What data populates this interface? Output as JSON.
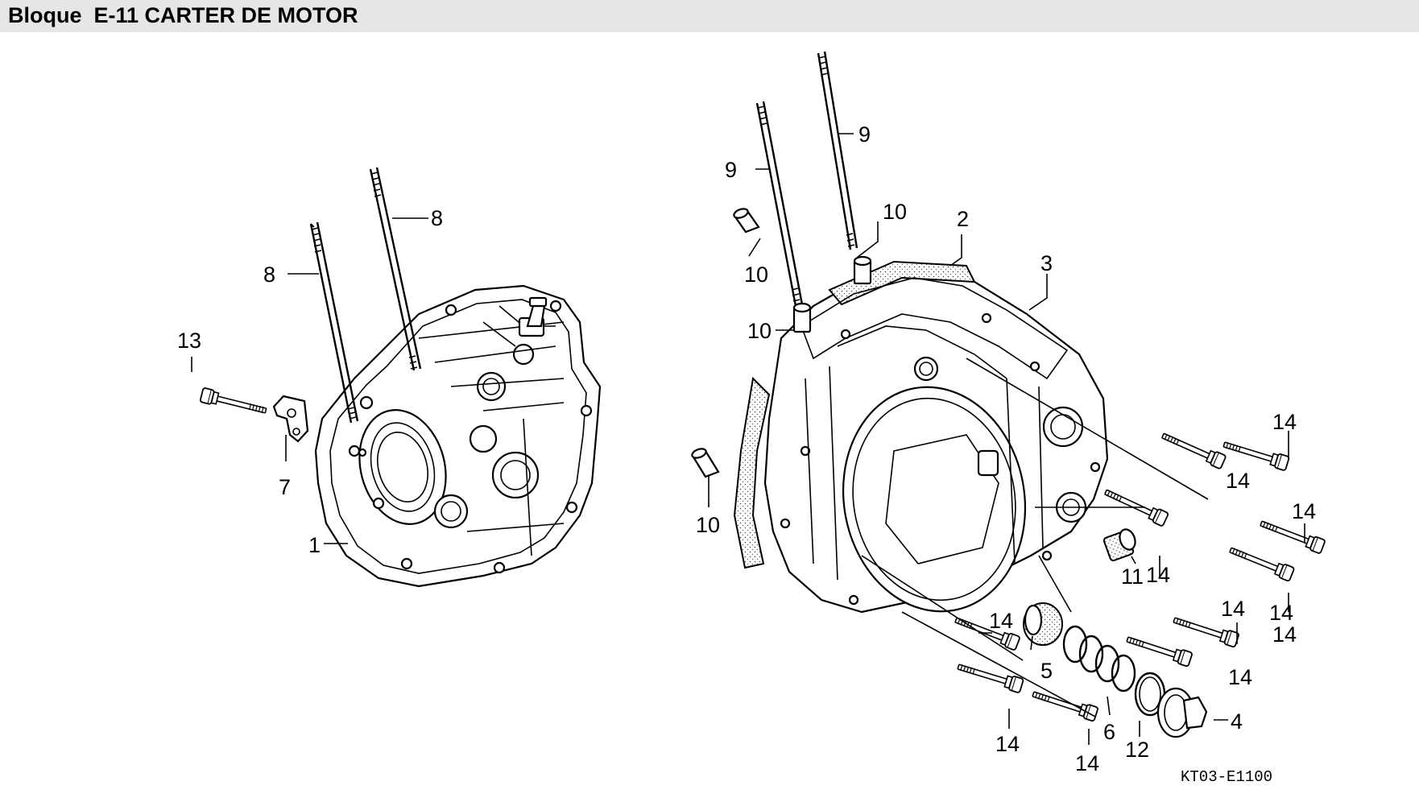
{
  "header": {
    "title": "Bloque  E-11 CARTER DE MOTOR"
  },
  "diagram": {
    "reference_code": "KT03-E1100",
    "callouts": {
      "c1": "1",
      "c2": "2",
      "c3": "3",
      "c4": "4",
      "c5": "5",
      "c6": "6",
      "c7": "7",
      "c8a": "8",
      "c8b": "8",
      "c9a": "9",
      "c9b": "9",
      "c10a": "10",
      "c10b": "10",
      "c10c": "10",
      "c10d": "10",
      "c11": "11",
      "c12": "12",
      "c13": "13",
      "c14a": "14",
      "c14b": "14",
      "c14c": "14",
      "c14d": "14",
      "c14e": "14",
      "c14f": "14",
      "c14g": "14",
      "c14h": "14",
      "c14i": "14",
      "c14j": "14",
      "c14k": "14"
    }
  }
}
